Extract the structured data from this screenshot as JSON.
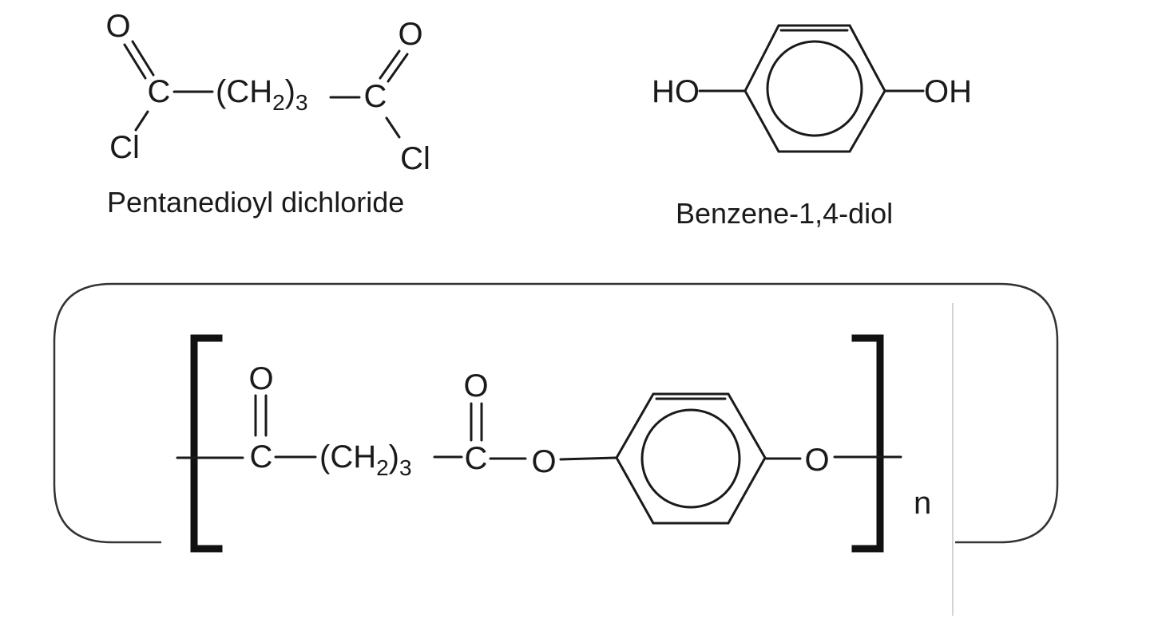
{
  "reactants": {
    "acid_chloride": {
      "caption": "Pentanedioyl dichloride",
      "carbonyl_o_left": "O",
      "carbonyl_o_right": "O",
      "carbon_left": "C",
      "carbon_right": "C",
      "chain_open": "(CH",
      "chain_h_subscript": "2",
      "chain_close": ")",
      "chain_count_subscript": "3",
      "chlorine_left": "Cl",
      "chlorine_right": "Cl"
    },
    "diol": {
      "caption": "Benzene-1,4-diol",
      "left_group": "HO",
      "right_group": "OH"
    }
  },
  "polymer": {
    "carbonyl_o_left": "O",
    "carbonyl_o_right": "O",
    "carbon_left": "C",
    "carbon_right": "C",
    "chain_open": "(CH",
    "chain_h_subscript": "2",
    "chain_close": ")",
    "chain_count_subscript": "3",
    "ester_o_left": "O",
    "ester_o_right": "O",
    "repeat_subscript": "n"
  }
}
